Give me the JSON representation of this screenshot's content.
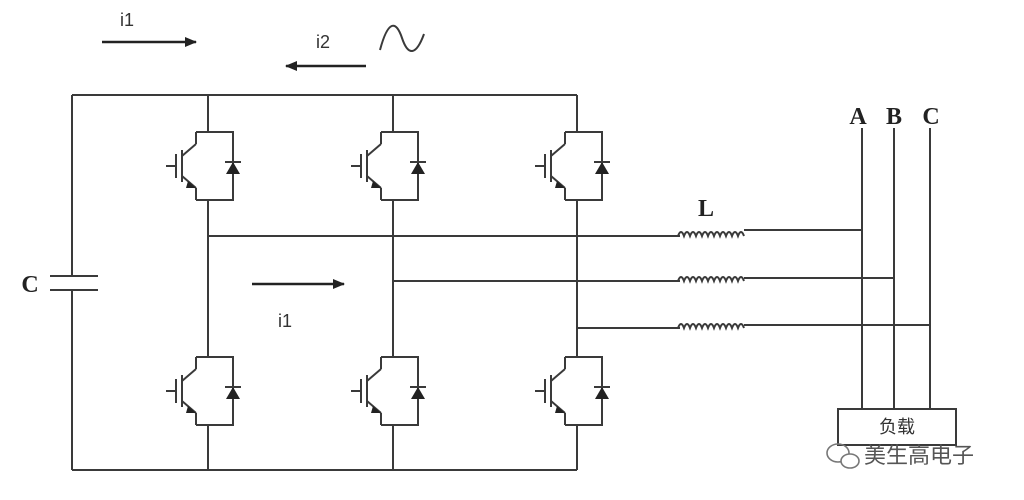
{
  "labels": {
    "i1_top": "i1",
    "i2_top": "i2",
    "i1_mid": "i1",
    "capacitor": "C",
    "inductor": "L",
    "phase_a": "A",
    "phase_b": "B",
    "phase_c": "C",
    "load": "负载"
  },
  "watermark": {
    "text": "美生高电子",
    "icon": "wechat-icon"
  },
  "icons": {
    "switch": "igbt-with-diode",
    "inductor": "inductor-coil",
    "capacitor": "capacitor",
    "wave": "sine-wave"
  },
  "colors": {
    "line": "#3a3a3a",
    "background": "#ffffff"
  }
}
